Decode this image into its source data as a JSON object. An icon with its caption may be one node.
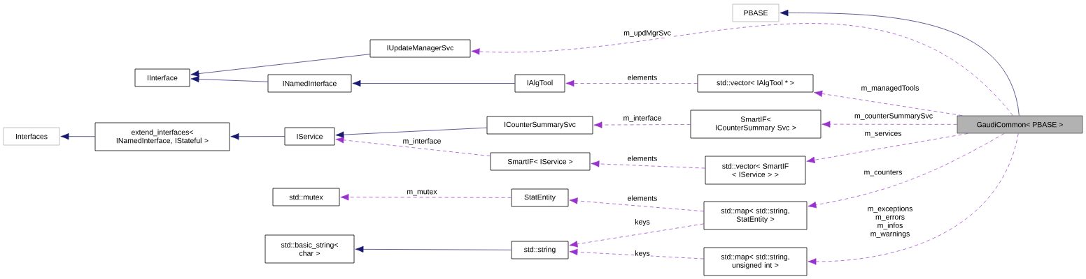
{
  "diagram": {
    "nodes": [
      {
        "text": [
          "PBASE"
        ]
      },
      {
        "text": [
          "IUpdateManagerSvc"
        ]
      },
      {
        "text": [
          "IInterface"
        ]
      },
      {
        "text": [
          "INamedInterface"
        ]
      },
      {
        "text": [
          "IAlgTool"
        ]
      },
      {
        "text": [
          "std::vector< IAlgTool * >"
        ]
      },
      {
        "text": [
          "Interfaces"
        ]
      },
      {
        "text": [
          "extend_interfaces< INamedInterface, IStateful >"
        ]
      },
      {
        "text": [
          "IService"
        ]
      },
      {
        "text": [
          "ICounterSummarySvc"
        ]
      },
      {
        "text": [
          "SmartIF< ICounterSummary Svc >"
        ]
      },
      {
        "text": [
          "GaudiCommon< PBASE >"
        ]
      },
      {
        "text": [
          "SmartIF< IService >"
        ]
      },
      {
        "text": [
          "std::vector< SmartIF < IService > >"
        ]
      },
      {
        "text": [
          "std::mutex"
        ]
      },
      {
        "text": [
          "StatEntity"
        ]
      },
      {
        "text": [
          "std::map< std::string, StatEntity >"
        ]
      },
      {
        "text": [
          "std::basic_string< char >"
        ]
      },
      {
        "text": [
          "std::string"
        ]
      },
      {
        "text": [
          "std::map< std::string, unsigned int >"
        ]
      }
    ],
    "edges": [
      {
        "from": 1,
        "to": 2,
        "arrow": "to",
        "color": "#191970"
      },
      {
        "from": 3,
        "to": 2,
        "arrow": "to",
        "color": "#191970"
      },
      {
        "from": 4,
        "to": 3,
        "arrow": "to",
        "color": "#191970"
      },
      {
        "from": 7,
        "to": 6,
        "arrow": "to",
        "color": "#191970"
      },
      {
        "from": 8,
        "to": 7,
        "arrow": "to",
        "color": "#191970"
      },
      {
        "from": 9,
        "to": 8,
        "arrow": "to",
        "color": "#191970"
      },
      {
        "from": 18,
        "to": 17,
        "arrow": "to",
        "color": "#191970"
      },
      {
        "from": 11,
        "to": 0,
        "arrow": "to",
        "color": "#191970"
      },
      {
        "from": 11,
        "to": 1,
        "arrow": "to",
        "style": "dashed",
        "label": "m_updMgrSvc"
      },
      {
        "from": 5,
        "to": 4,
        "arrow": "to",
        "style": "dashed",
        "label": "elements"
      },
      {
        "from": 11,
        "to": 5,
        "arrow": "to",
        "style": "dashed",
        "label": "m_managedTools"
      },
      {
        "from": 10,
        "to": 9,
        "arrow": "to",
        "style": "dashed",
        "label": "m_interface"
      },
      {
        "from": 11,
        "to": 10,
        "arrow": "to",
        "style": "dashed",
        "label": "m_counterSummarySvc"
      },
      {
        "from": 12,
        "to": 8,
        "arrow": "to",
        "style": "dashed",
        "label": "m_interface"
      },
      {
        "from": 13,
        "to": 12,
        "arrow": "to",
        "style": "dashed",
        "label": "elements"
      },
      {
        "from": 11,
        "to": 13,
        "arrow": "to",
        "style": "dashed",
        "label": "m_services"
      },
      {
        "from": 15,
        "to": 14,
        "arrow": "to",
        "style": "dashed",
        "label": "m_mutex"
      },
      {
        "from": 16,
        "to": 15,
        "arrow": "to",
        "style": "dashed",
        "label": "elements"
      },
      {
        "from": 16,
        "to": 18,
        "arrow": "to",
        "style": "dashed",
        "label": "keys"
      },
      {
        "from": 11,
        "to": 16,
        "arrow": "to",
        "style": "dashed",
        "label": "m_counters"
      },
      {
        "from": 19,
        "to": 18,
        "arrow": "to",
        "style": "dashed",
        "label": "keys"
      },
      {
        "from": 11,
        "to": 19,
        "arrow": "to",
        "style": "dashed",
        "label": "m_exceptions m_errors m_infos m_warnings"
      }
    ]
  }
}
